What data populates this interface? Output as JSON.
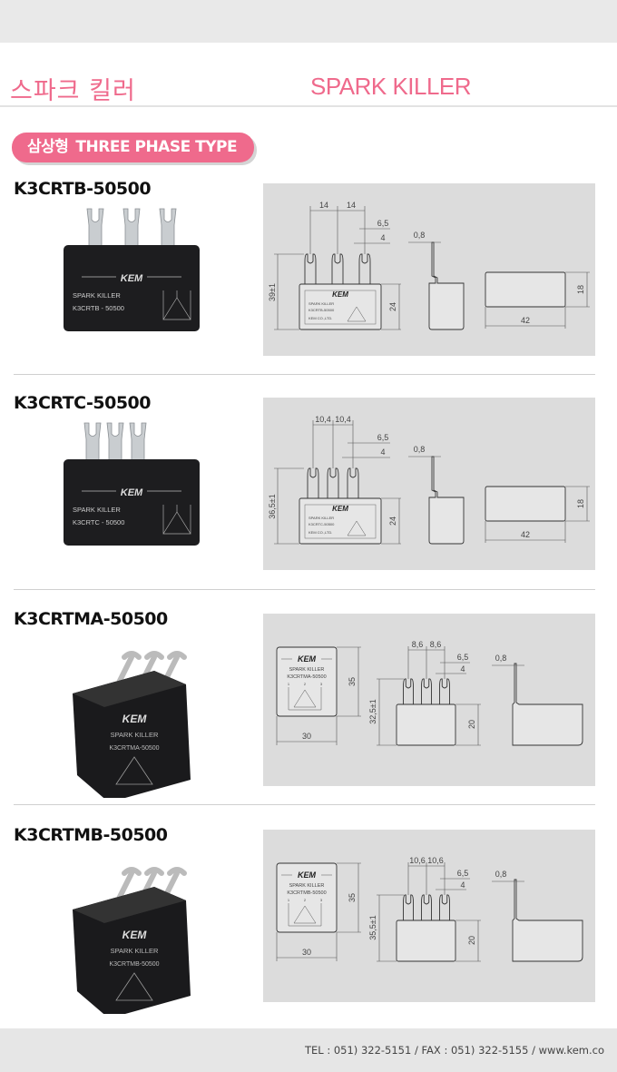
{
  "header": {
    "title_ko": "스파크 킬러",
    "title_en": "SPARK KILLER"
  },
  "section": {
    "label_ko": "삼상형",
    "label_en": "THREE PHASE TYPE"
  },
  "products": [
    {
      "name": "K3CRTB-50500",
      "kind": "wide",
      "photo_lines": [
        "KEM",
        "SPARK  KILLER",
        "K3CRTB - 50500"
      ],
      "dims": {
        "pitch": [
          "14",
          "14"
        ],
        "slot": "6,5",
        "tab": "4",
        "height": "39±1",
        "body": "24",
        "thick": "0,8",
        "depth": "18",
        "width": "42"
      },
      "label": [
        "KEM",
        "SPARK KILLER",
        "K3CRTB-50500",
        "KEM CO.,LTD."
      ]
    },
    {
      "name": "K3CRTC-50500",
      "kind": "wide",
      "photo_lines": [
        "KEM",
        "SPARK  KILLER",
        "K3CRTC - 50500"
      ],
      "dims": {
        "pitch": [
          "10,4",
          "10,4"
        ],
        "slot": "6,5",
        "tab": "4",
        "height": "36,5±1",
        "body": "24",
        "thick": "0,8",
        "depth": "18",
        "width": "42"
      },
      "label": [
        "KEM",
        "SPARK KILLER",
        "K3CRTC-50500",
        "KEM CO.,LTD."
      ]
    },
    {
      "name": "K3CRTMA-50500",
      "kind": "cube",
      "photo_lines": [
        "KEM",
        "SPARK KILLER",
        "K3CRTMA-50500"
      ],
      "dims": {
        "pitch": [
          "8,6",
          "8,6"
        ],
        "slot": "6,5",
        "tab": "4",
        "height": "32,5±1",
        "body": "20",
        "thick": "0,8",
        "front_h": "35",
        "front_w": "30"
      },
      "label": [
        "KEM",
        "SPARK KILLER",
        "K3CRTMA-50500",
        "1",
        "2",
        "3"
      ]
    },
    {
      "name": "K3CRTMB-50500",
      "kind": "cube",
      "photo_lines": [
        "KEM",
        "SPARK KILLER",
        "K3CRTMB-50500"
      ],
      "dims": {
        "pitch": [
          "10,6",
          "10,6"
        ],
        "slot": "6,5",
        "tab": "4",
        "height": "35,5±1",
        "body": "20",
        "thick": "0,8",
        "front_h": "35",
        "front_w": "30"
      },
      "label": [
        "KEM",
        "SPARK KILLER",
        "K3CRTMB-50500",
        "1",
        "2",
        "3"
      ]
    }
  ],
  "footer": {
    "contact": "TEL : 051) 322-5151 / FAX : 051) 322-5155 / www.kem.co"
  }
}
